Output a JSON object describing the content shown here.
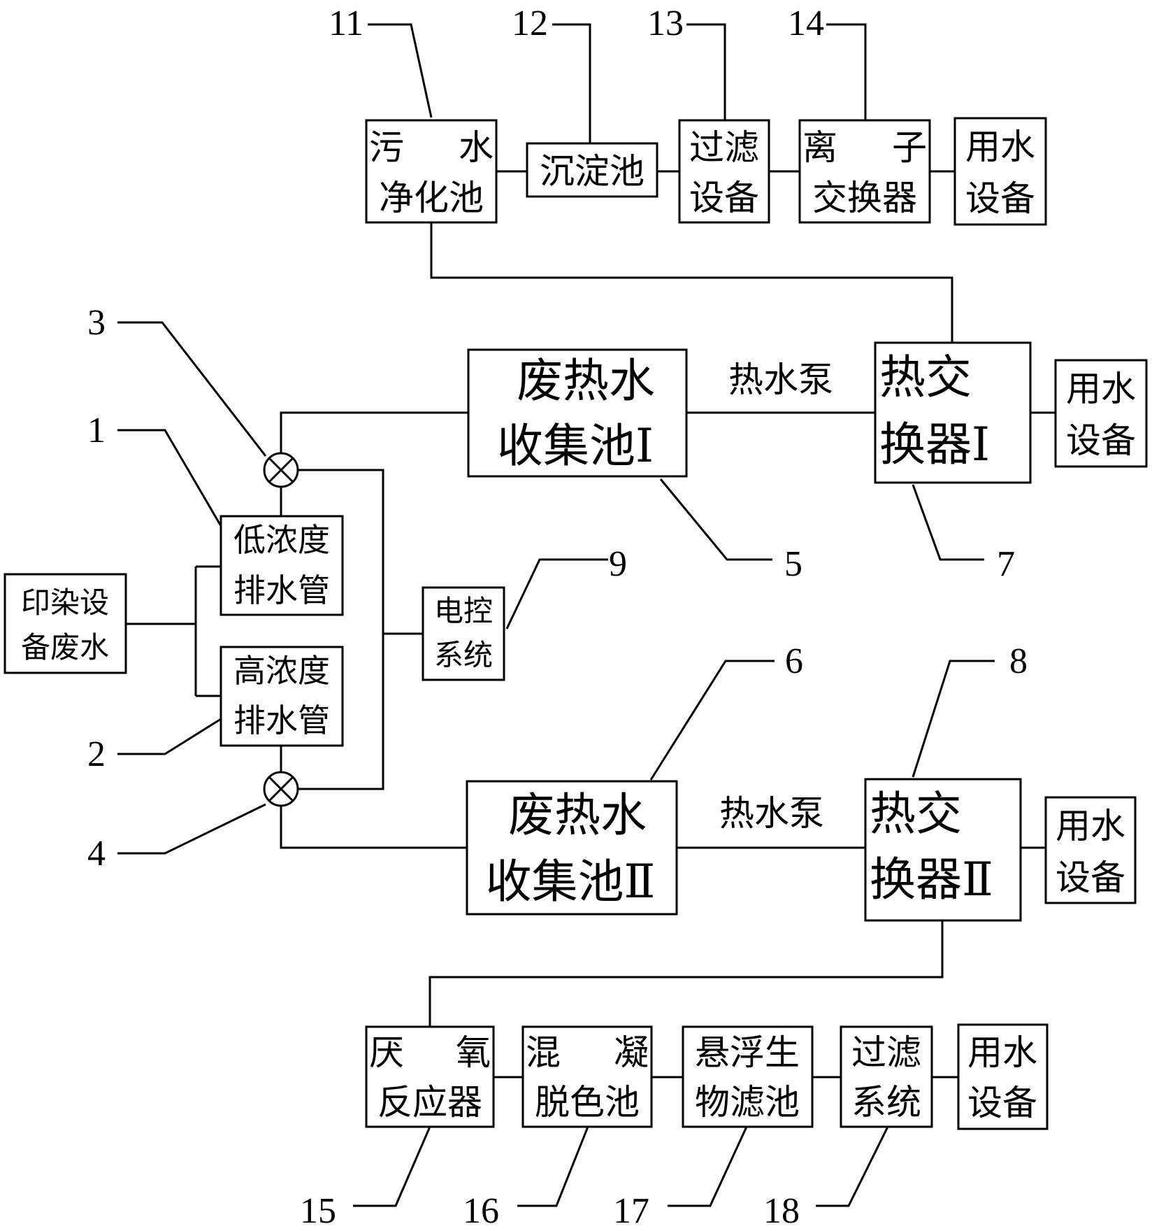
{
  "nodes": {
    "source": {
      "line1": "印染设",
      "line2": "备废水"
    },
    "low_pipe": {
      "line1": "低浓度",
      "line2": "排水管"
    },
    "high_pipe": {
      "line1": "高浓度",
      "line2": "排水管"
    },
    "control": {
      "line1": "电控",
      "line2": "系统"
    },
    "pool1": {
      "line1": "废热水",
      "line2": "收集池Ⅰ"
    },
    "pool2": {
      "line1": "废热水",
      "line2": "收集池Ⅱ"
    },
    "hx1": {
      "line1": "热交",
      "line2": "换器Ⅰ"
    },
    "hx2": {
      "line1": "热交",
      "line2": "换器Ⅱ"
    },
    "pump1": "热水泵",
    "pump2": "热水泵",
    "water_use_1": {
      "line1": "用水",
      "line2": "设备"
    },
    "water_use_2": {
      "line1": "用水",
      "line2": "设备"
    },
    "water_use_top": {
      "line1": "用水",
      "line2": "设备"
    },
    "water_use_bottom": {
      "line1": "用水",
      "line2": "设备"
    },
    "purify": {
      "line1a": "污",
      "line1b": "水",
      "line2": "净化池"
    },
    "settle": "沉淀池",
    "filter_top": {
      "line1": "过滤",
      "line2": "设备"
    },
    "ion": {
      "line1a": "离",
      "line1b": "子",
      "line2": "交换器"
    },
    "anaerobic": {
      "line1a": "厌",
      "line1b": "氧",
      "line2": "反应器"
    },
    "coag": {
      "line1a": "混",
      "line1b": "凝",
      "line2": "脱色池"
    },
    "biofilter": {
      "line1": "悬浮生",
      "line2": "物滤池"
    },
    "filter_bottom": {
      "line1": "过滤",
      "line2": "系统"
    }
  },
  "labels": {
    "n1": "1",
    "n2": "2",
    "n3": "3",
    "n4": "4",
    "n5": "5",
    "n6": "6",
    "n7": "7",
    "n8": "8",
    "n9": "9",
    "n11": "11",
    "n12": "12",
    "n13": "13",
    "n14": "14",
    "n15": "15",
    "n16": "16",
    "n17": "17",
    "n18": "18"
  }
}
